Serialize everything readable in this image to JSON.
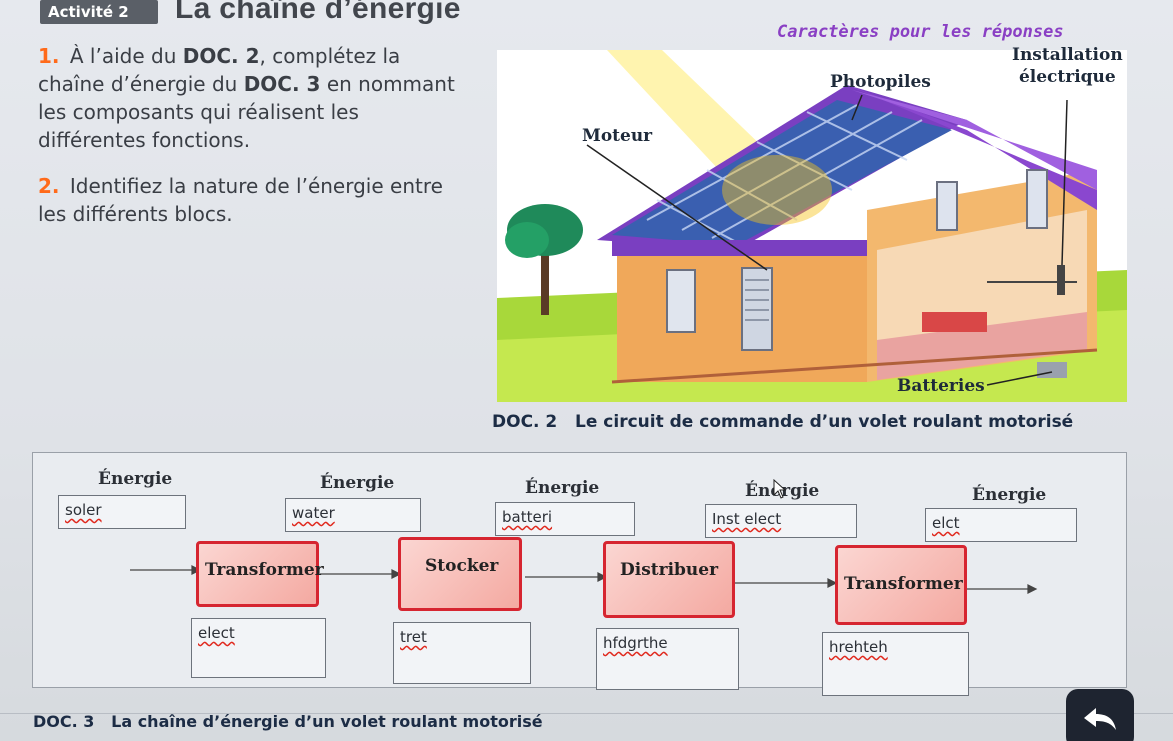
{
  "header": {
    "activity_badge": "Activité 2",
    "title": "La chaîne d’énergie"
  },
  "questions": [
    {
      "number": "1.",
      "text_before": "À l’aide du",
      "ref1": "DOC. 2",
      "text_mid": ", complétez la chaîne d’énergie du",
      "ref2": "DOC. 3",
      "text_after": "en nommant les composants qui réalisent les différentes fonctions."
    },
    {
      "number": "2.",
      "text": "Identifiez la nature de l’énergie entre les différents blocs."
    }
  ],
  "doc2": {
    "heading": "Caractères pour les réponses",
    "labels": {
      "installation_line1": "Installation",
      "installation_line2": "électrique",
      "photopiles": "Photopiles",
      "moteur": "Moteur",
      "batteries": "Batteries"
    },
    "caption_ref": "DOC. 2",
    "caption_text": "Le circuit de commande d’un volet roulant motorisé"
  },
  "chain": {
    "energy_titles": [
      "Énergie",
      "Énergie",
      "Énergie",
      "Énergie",
      "Énergie"
    ],
    "energy_answers": [
      "soler",
      "water",
      "batteri",
      "Inst elect",
      "elct"
    ],
    "functions": [
      "Transformer",
      "Stocker",
      "Distribuer",
      "Transformer"
    ],
    "component_answers": [
      "elect",
      "tret",
      "hfdgrthe",
      "hrehteh"
    ]
  },
  "doc3": {
    "caption_ref": "DOC. 3",
    "caption_text": "La chaîne d’énergie d’un volet roulant motorisé"
  },
  "colors": {
    "accent_orange": "#ff6a1a",
    "function_border": "#d62530",
    "heading_purple": "#8a3fc4"
  },
  "icons": [
    "back-arrow-icon",
    "cursor-icon"
  ]
}
